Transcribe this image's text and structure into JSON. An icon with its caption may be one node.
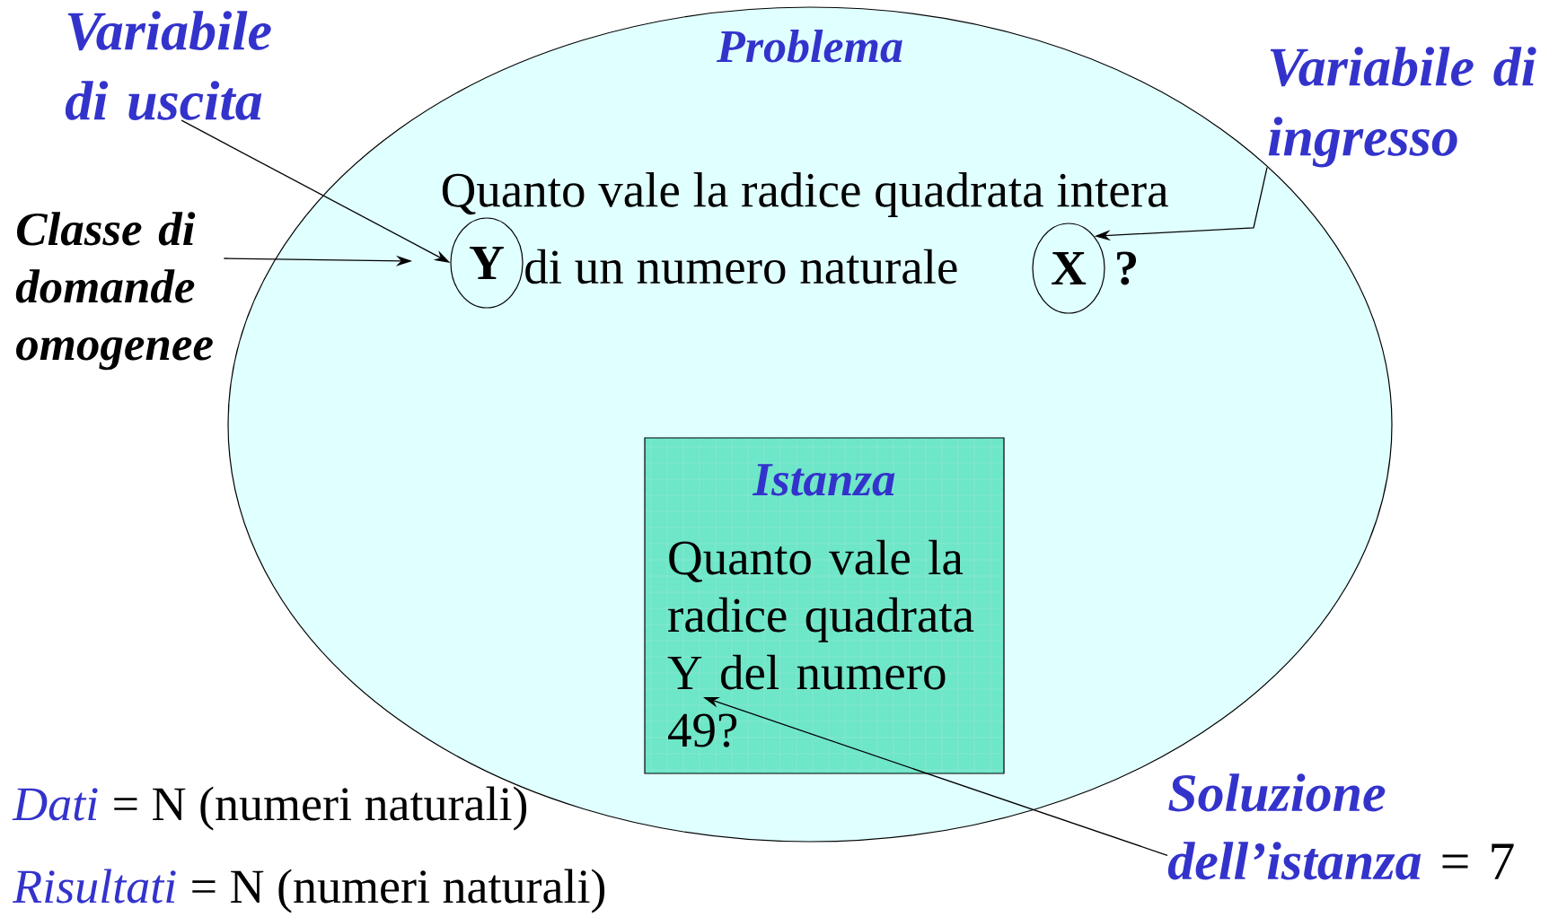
{
  "diagram": {
    "nodes": [
      {
        "text": [
          "Problema"
        ]
      },
      {
        "text": [
          "Quanto vale la radice quadrata intera"
        ],
        "in": 0
      },
      {
        "text": [
          "Y"
        ],
        "in": 0
      },
      {
        "text": [
          "di un numero naturale"
        ],
        "in": 0
      },
      {
        "text": [
          "X"
        ],
        "in": 0
      },
      {
        "text": [
          "Istanza",
          "Quanto vale la radice quadrata Y del numero 49?"
        ],
        "in": 0
      },
      {
        "text": [
          "Variabile di uscita"
        ]
      },
      {
        "text": [
          "Variabile di ingresso"
        ]
      },
      {
        "text": [
          "Classe di domande omogenee"
        ]
      },
      {
        "text": [
          "Soluzione dell’istanza",
          "= 7"
        ]
      }
    ],
    "edges": [
      {
        "from": 6,
        "to": 2,
        "arrow": "to"
      },
      {
        "from": 7,
        "to": 4,
        "arrow": "to"
      },
      {
        "from": 8,
        "to": null,
        "arrow": "to"
      },
      {
        "from": 9,
        "to": 5,
        "arrow": "to"
      }
    ],
    "labels": [
      "?",
      "Dati",
      "= N (numeri naturali)",
      "Risultati",
      "= N (numeri naturali)"
    ]
  }
}
